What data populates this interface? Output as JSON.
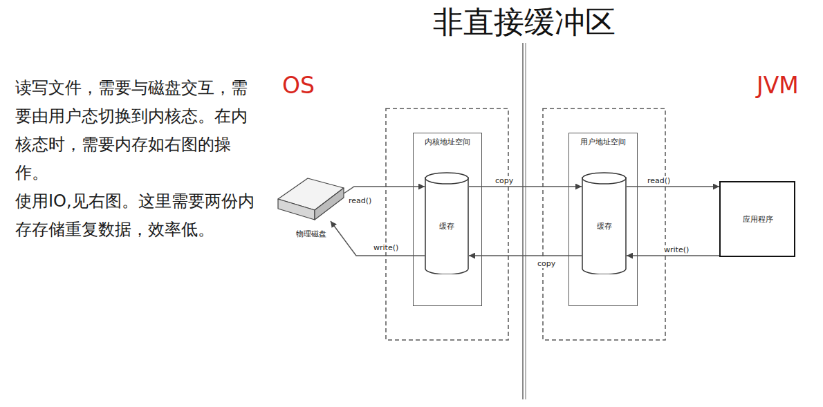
{
  "diagram": {
    "title": "非直接缓冲区",
    "nodes": [
      {
        "text": [
          "物理磁盘"
        ]
      },
      {
        "text": [
          "内核地址空间"
        ]
      },
      {
        "text": [
          "缓存"
        ],
        "in": 1
      },
      {
        "text": [
          "用户地址空间"
        ]
      },
      {
        "text": [
          "缓存"
        ],
        "in": 3
      },
      {
        "text": [
          "应用程序"
        ]
      }
    ],
    "edges": [
      {
        "from": 0,
        "to": 2,
        "label": "read()",
        "arrow": "to"
      },
      {
        "from": 2,
        "to": 0,
        "label": "write()",
        "arrow": "to"
      },
      {
        "from": 2,
        "to": 4,
        "label": "copy",
        "arrow": "to"
      },
      {
        "from": 4,
        "to": 2,
        "label": "copy",
        "arrow": "to"
      },
      {
        "from": 4,
        "to": 5,
        "label": "read()",
        "arrow": "to"
      },
      {
        "from": 5,
        "to": 4,
        "label": "write()",
        "arrow": "to"
      }
    ],
    "labels": [
      "读写文件，需要与磁盘交互，需要由用户态切换到内核态。在内核态时，需要内存如右图的操作。",
      "使用IO,见右图。这里需要两份内存存储重复数据，效率低。",
      "OS",
      "JVM"
    ]
  }
}
